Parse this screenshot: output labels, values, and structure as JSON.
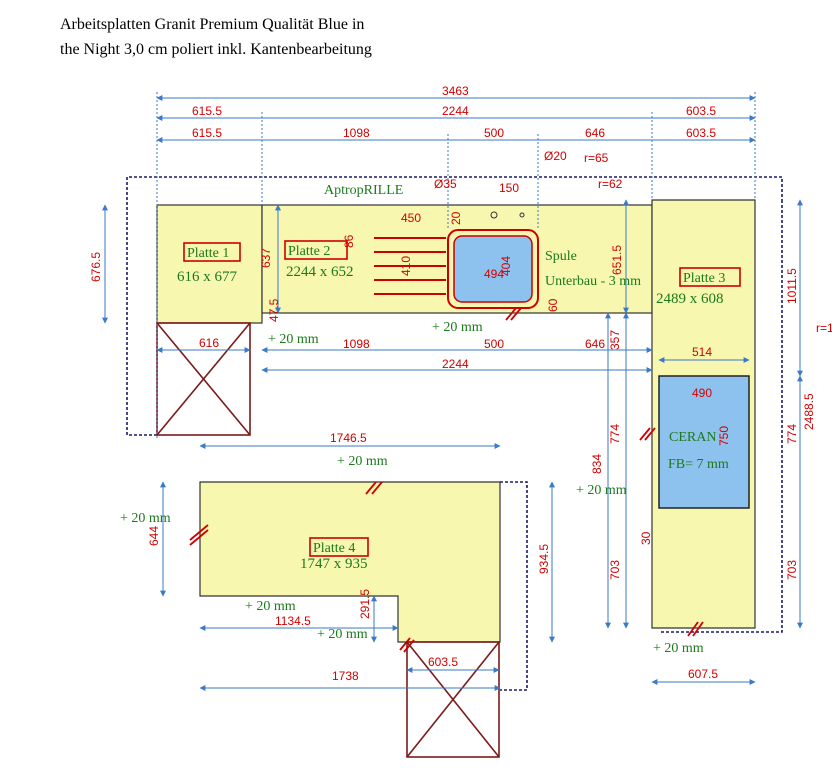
{
  "header": {
    "line1": "Arbeitsplatten Granit Premium Qualität Blue in",
    "line2": "the Night 3,0 cm poliert inkl. Kantenbearbeitung"
  },
  "colors": {
    "slab_fill": "#f7f7b0",
    "dimension": "#d40000",
    "dimension_line": "#3a7ac6",
    "label": "#1c7a1c",
    "sink_fill": "#8ec2ee",
    "cabinet": "#7a1a1a",
    "outline": "#1a1a6e"
  },
  "plates": [
    {
      "name": "Platte 1",
      "size": "616 x 677"
    },
    {
      "name": "Platte 2",
      "size": "2244 x 652"
    },
    {
      "name": "Platte 3",
      "size": "2489 x 608"
    },
    {
      "name": "Platte 4",
      "size": "1747 x 935"
    }
  ],
  "labels": {
    "aptrop": "AptropRILLE",
    "spule": "Spule",
    "unterbau": "Unterbau - 3 mm",
    "ceran": "CERAN",
    "fb": "FB= 7 mm",
    "r_cut": "r=1"
  },
  "edge_notes": {
    "e1": "+ 20 mm",
    "e2": "+ 20 mm",
    "e3": "+ 20 mm",
    "e4": "+ 20 mm",
    "e5": "+ 20 mm",
    "e6": "+ 20 mm",
    "e7": "+ 20 mm",
    "e8": "+ 20 mm"
  },
  "dimensions": {
    "total_width": "3463",
    "top_left": "615.5",
    "top_mid": "2244",
    "top_right": "603.5",
    "row3_left": "615.5",
    "row3_1098": "1098",
    "row3_500": "500",
    "row3_646": "646",
    "row3_right": "603.5",
    "d20": "Ø20",
    "r65": "r=65",
    "d35": "Ø35",
    "d150": "150",
    "r62": "r=62",
    "d450": "450",
    "d20b": "20",
    "d86": "86",
    "d410": "410",
    "d494": "494",
    "d404": "404",
    "d6765": "676.5",
    "d637": "637",
    "d6515": "651.5",
    "d10115": "1011.5",
    "d475": "47.5",
    "d616": "616",
    "d1098b": "1098",
    "d500b": "500",
    "d646b": "646",
    "d60": "60",
    "d357": "357",
    "d2244b": "2244",
    "d514": "514",
    "d490": "490",
    "d750": "750",
    "d774a": "774",
    "d774b": "774",
    "d24885": "2488.5",
    "d834": "834",
    "d703a": "703",
    "d703b": "703",
    "d30": "30",
    "d17465": "1746.5",
    "d644": "644",
    "d9345": "934.5",
    "d2915": "291.5",
    "d11345": "1134.5",
    "d6035b": "603.5",
    "d1738": "1738",
    "d6075": "607.5"
  }
}
